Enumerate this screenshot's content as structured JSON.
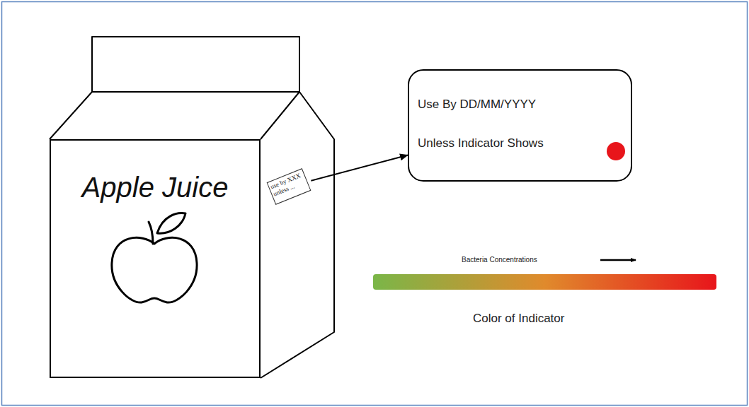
{
  "diagram": {
    "nodes": [
      {
        "text": [
          "Apple Juice"
        ]
      },
      {
        "text": [
          "use by XXX unless ..."
        ]
      },
      {
        "text": [
          "Use By DD/MM/YYYY",
          "Unless Indicator Shows"
        ]
      }
    ],
    "edges": [
      {
        "from": 1,
        "to": 2,
        "arrow": "to"
      }
    ],
    "labels": [
      "Bacteria Concentrations",
      "Color of Indicator"
    ]
  }
}
